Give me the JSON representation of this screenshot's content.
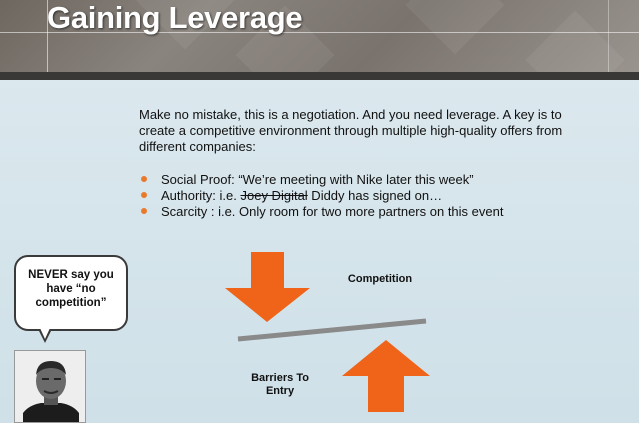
{
  "slide": {
    "title": "Gaining Leverage",
    "intro": "Make no mistake, this is a negotiation. And you need leverage. A key is to create a competitive environment through multiple high-quality offers from different companies:",
    "bullets": {
      "social_proof": "Social Proof: “We’re meeting with Nike later this week”",
      "authority_prefix": "Authority: i.e. ",
      "authority_struck": "Joey Digital",
      "authority_suffix": " Diddy has signed on…",
      "scarcity": "Scarcity : i.e. Only room for two more partners on this event"
    },
    "callout": {
      "line1": "NEVER say you",
      "line2": "have “no",
      "line3": "competition”"
    },
    "diagram": {
      "top_label": "Competition",
      "bottom_label_line1": "Barriers To",
      "bottom_label_line2": "Entry"
    }
  },
  "colors": {
    "arrow": "#ef6419",
    "bullet": "#e97a2c",
    "lever": "#8a8a8a",
    "background": "#d3e3ea"
  },
  "icons": [
    "arrow-down-icon",
    "arrow-up-icon",
    "bullet-dot-icon"
  ]
}
